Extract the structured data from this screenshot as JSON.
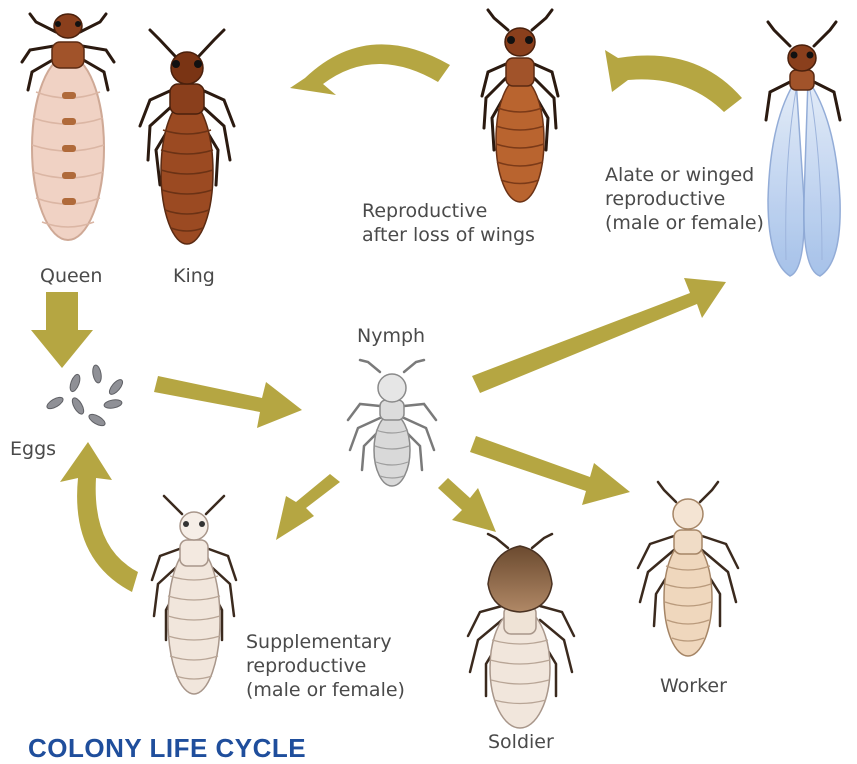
{
  "title": "COLONY LIFE CYCLE",
  "labels": {
    "queen": "Queen",
    "king": "King",
    "reproductive_wingless": [
      "Reproductive",
      "after loss of wings"
    ],
    "alate": [
      "Alate or winged",
      "reproductive",
      "(male or female)"
    ],
    "nymph": "Nymph",
    "eggs": "Eggs",
    "supplementary": [
      "Supplementary",
      "reproductive",
      "(male or female)"
    ],
    "soldier": "Soldier",
    "worker": "Worker"
  },
  "colors": {
    "arrow": "#b5a642",
    "title": "#1f4e9c",
    "text": "#4a4a4a",
    "queen_body": "#f0d2c4",
    "king_body": "#9b4a22",
    "alate_wing": "#b9cff0",
    "nymph_body": "#d9d9d9",
    "worker_body": "#efd7bd",
    "soldier_head": "#7a5436"
  }
}
